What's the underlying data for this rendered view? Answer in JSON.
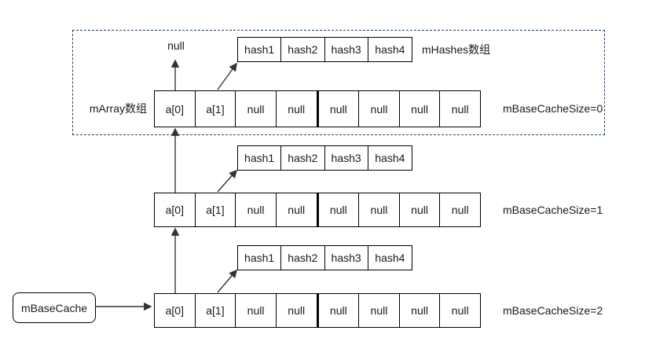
{
  "diagram": {
    "base_cache_label": "mBaseCache",
    "groups": [
      {
        "label": "mBaseCacheSize=0",
        "array_label": "mArray数组",
        "hashes_label": "mHashes数组",
        "null_pointer_label": "null",
        "hash_cells": [
          "hash1",
          "hash2",
          "hash3",
          "hash4"
        ],
        "array_cells": [
          "a[0]",
          "a[1]",
          "null",
          "null",
          "null",
          "null",
          "null",
          "null"
        ]
      },
      {
        "label": "mBaseCacheSize=1",
        "hash_cells": [
          "hash1",
          "hash2",
          "hash3",
          "hash4"
        ],
        "array_cells": [
          "a[0]",
          "a[1]",
          "null",
          "null",
          "null",
          "null",
          "null",
          "null"
        ]
      },
      {
        "label": "mBaseCacheSize=2",
        "hash_cells": [
          "hash1",
          "hash2",
          "hash3",
          "hash4"
        ],
        "array_cells": [
          "a[0]",
          "a[1]",
          "null",
          "null",
          "null",
          "null",
          "null",
          "null"
        ]
      }
    ],
    "colors": {
      "box_border": "#000000",
      "dashed_border": "#26435f",
      "arrow": "#333333",
      "background": "#ffffff"
    }
  }
}
